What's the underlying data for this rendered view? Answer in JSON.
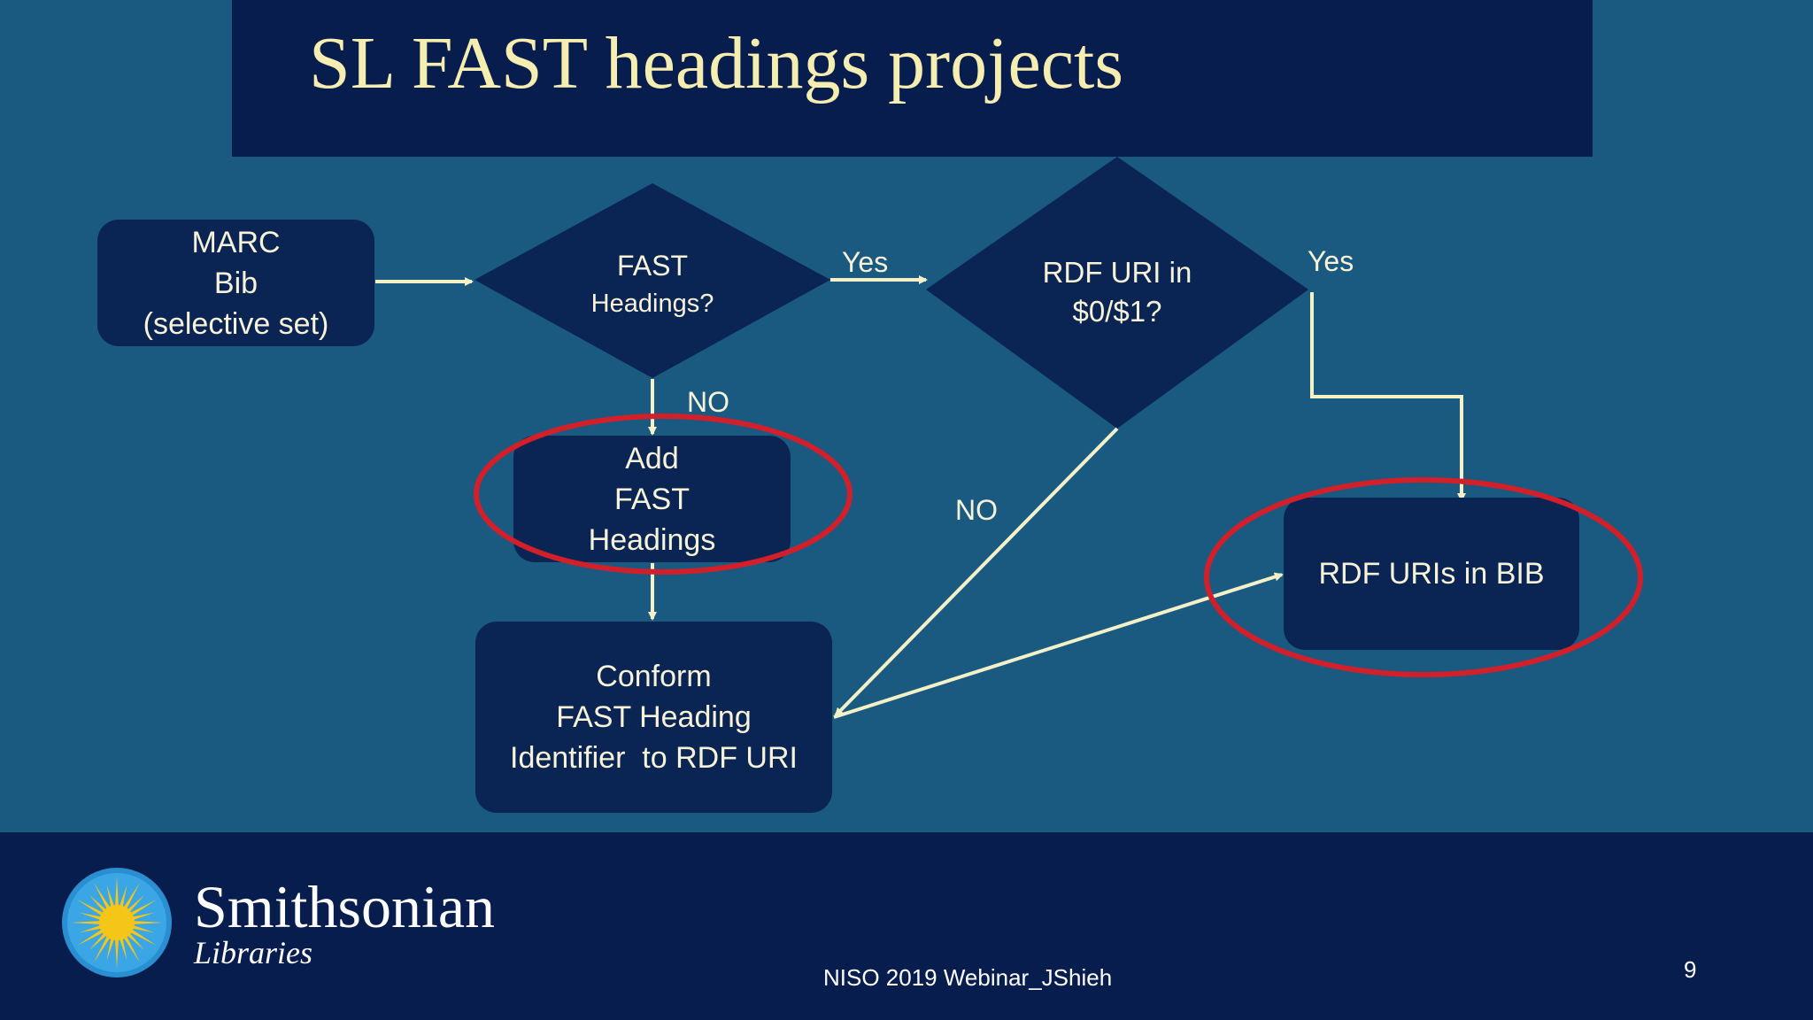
{
  "slide": {
    "title": "SL FAST headings projects",
    "colors": {
      "background": "#1b5a80",
      "title_bar": "#071d4e",
      "shape_fill": "#0a2454",
      "title_text": "#f6eeb0",
      "connector": "#f4f0c8",
      "highlight_ring": "#d21f2a"
    }
  },
  "flow": {
    "marc_bib": [
      "MARC",
      "Bib",
      "(selective set)"
    ],
    "fast_decision": [
      "FAST",
      "Headings?"
    ],
    "rdf_decision": [
      "RDF URI in",
      "$0/$1?"
    ],
    "add_fast": [
      "Add",
      "FAST",
      "Headings"
    ],
    "conform": [
      "Conform",
      "FAST Heading",
      "Identifier  to RDF URI"
    ],
    "rdf_bib": "RDF URIs in BIB",
    "labels": {
      "yes_fast": "Yes",
      "yes_rdf": "Yes",
      "no_fast": "NO",
      "no_rdf": "NO"
    }
  },
  "footer": {
    "logo_icon": "smithsonian-sun-icon",
    "logo_name": "Smithsonian",
    "logo_sub": "Libraries",
    "note": "NISO 2019 Webinar_JShieh",
    "page_number": "9"
  }
}
